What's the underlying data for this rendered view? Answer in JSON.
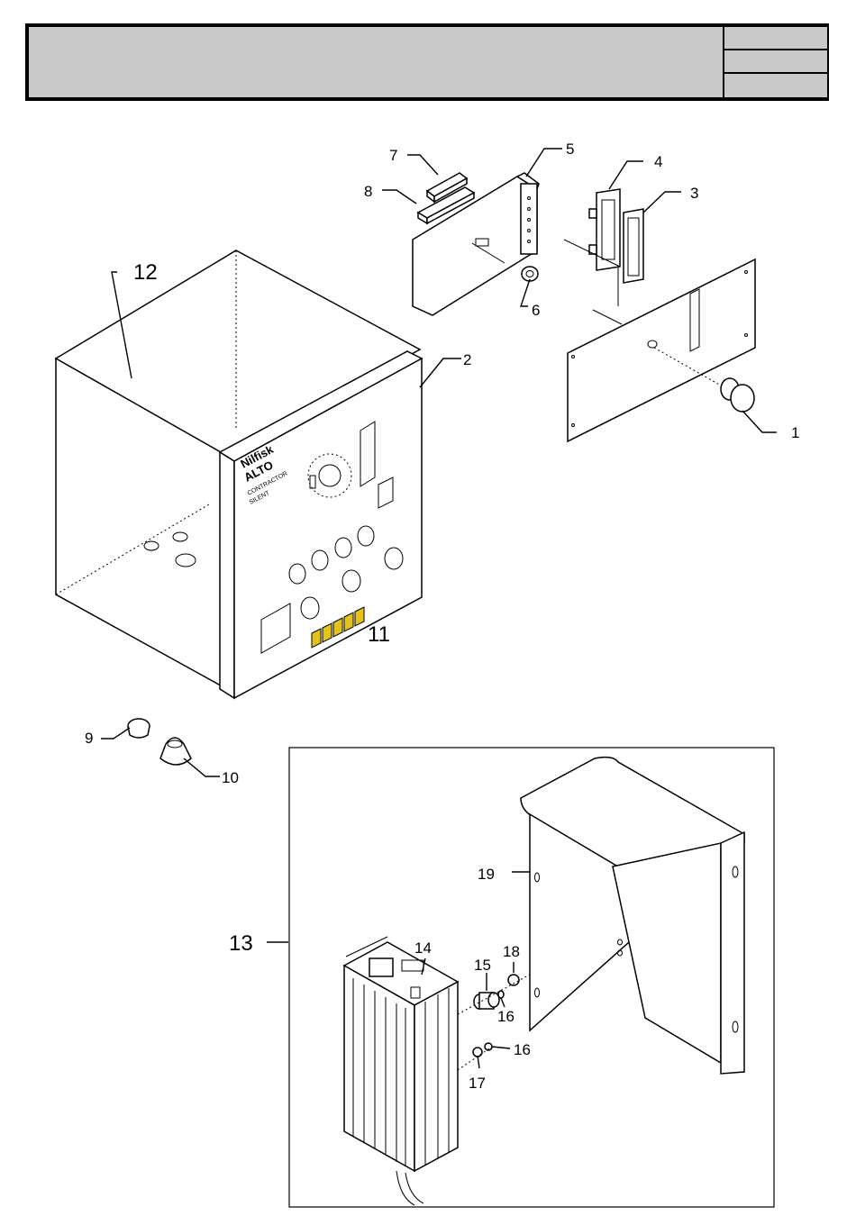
{
  "header": {
    "title": "",
    "cells": [
      "",
      "",
      ""
    ]
  },
  "callouts": {
    "c1": "1",
    "c2": "2",
    "c3": "3",
    "c4": "4",
    "c5": "5",
    "c6": "6",
    "c7": "7",
    "c8": "8",
    "c9": "9",
    "c10": "10",
    "c11": "11",
    "c12": "12",
    "c13": "13",
    "c14": "14",
    "c15": "15",
    "c16a": "16",
    "c16b": "16",
    "c17": "17",
    "c18": "18",
    "c19": "19"
  },
  "panel_brand": {
    "line1": "Nilfisk",
    "line2": "ALTO",
    "line3": "CONTRACTOR",
    "line4": "SILENT"
  },
  "colors": {
    "header_fill": "#c9c9c9",
    "warning_label": "#e3c21a"
  }
}
